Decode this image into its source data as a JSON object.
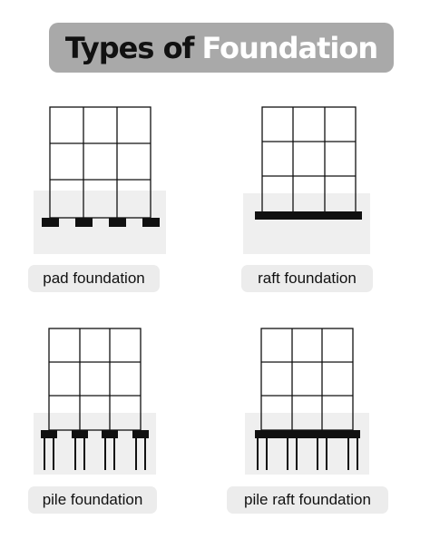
{
  "title": {
    "part1": "Types of",
    "part2": "Foundation"
  },
  "colors": {
    "title_bg": "#a9a9a9",
    "title_dark": "#111111",
    "title_light": "#ffffff",
    "ground": "#efefef",
    "caption_bg": "#ececec",
    "lines": "#111111"
  },
  "panels": [
    {
      "id": "pad",
      "label": "pad foundation"
    },
    {
      "id": "raft",
      "label": "raft foundation"
    },
    {
      "id": "pile",
      "label": "pile foundation"
    },
    {
      "id": "pile-raft",
      "label": "pile raft foundation"
    }
  ]
}
